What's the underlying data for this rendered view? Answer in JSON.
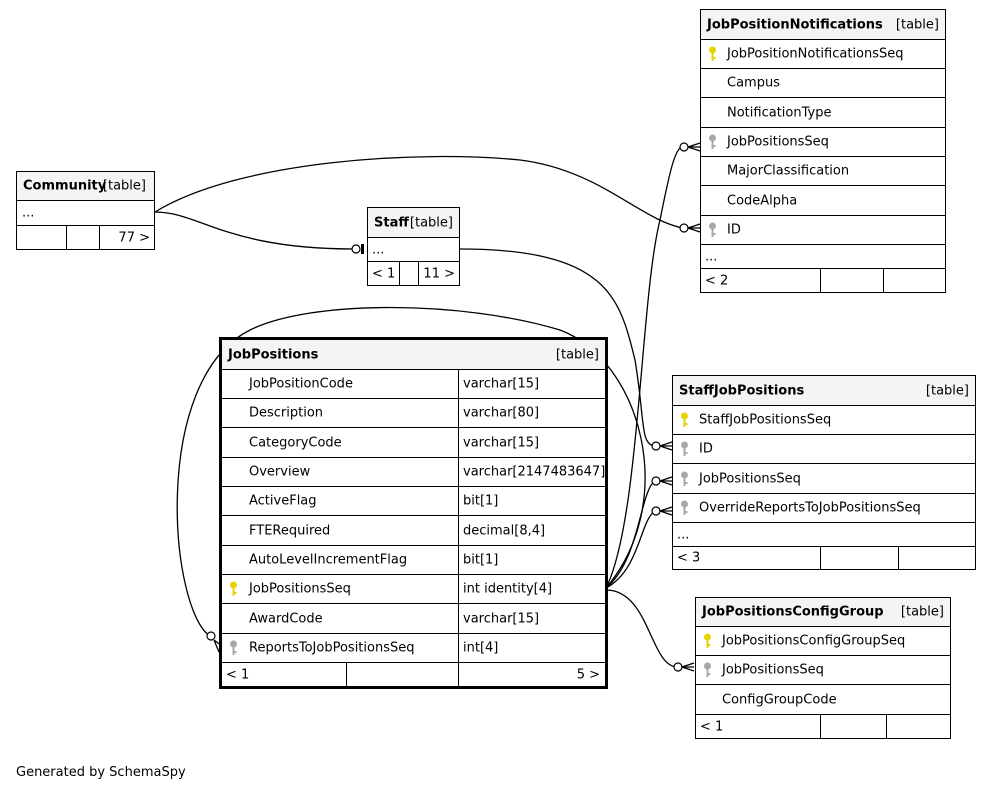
{
  "footer": {
    "credit": "Generated by SchemaSpy"
  },
  "colors": {
    "primary_key": "#e6d400",
    "foreign_key": "#a8a8a8",
    "header_bg": "#f4f4f4",
    "line": "#000000"
  },
  "icons": {
    "primary_key": "key-icon-gold",
    "foreign_key": "key-icon-gray"
  },
  "tables": {
    "community": {
      "name": "Community",
      "tag": "[table]",
      "ellipsis": "...",
      "footer_right": "77 >"
    },
    "staff": {
      "name": "Staff",
      "tag": "[table]",
      "ellipsis": "...",
      "footer_left": "< 1",
      "footer_right": "11 >"
    },
    "notifications": {
      "name": "JobPositionNotifications",
      "tag": "[table]",
      "columns": [
        "JobPositionNotificationsSeq",
        "Campus",
        "NotificationType",
        "JobPositionsSeq",
        "MajorClassification",
        "CodeAlpha",
        "ID"
      ],
      "ellipsis": "...",
      "footer_left": "< 2"
    },
    "jobpositions": {
      "name": "JobPositions",
      "tag": "[table]",
      "columns": [
        {
          "name": "JobPositionCode",
          "type": "varchar[15]"
        },
        {
          "name": "Description",
          "type": "varchar[80]"
        },
        {
          "name": "CategoryCode",
          "type": "varchar[15]"
        },
        {
          "name": "Overview",
          "type": "varchar[2147483647]"
        },
        {
          "name": "ActiveFlag",
          "type": "bit[1]"
        },
        {
          "name": "FTERequired",
          "type": "decimal[8,4]"
        },
        {
          "name": "AutoLevelIncrementFlag",
          "type": "bit[1]"
        },
        {
          "name": "JobPositionsSeq",
          "type": "int identity[4]"
        },
        {
          "name": "AwardCode",
          "type": "varchar[15]"
        },
        {
          "name": "ReportsToJobPositionsSeq",
          "type": "int[4]"
        }
      ],
      "footer_left": "< 1",
      "footer_right": "5 >"
    },
    "staffjobpositions": {
      "name": "StaffJobPositions",
      "tag": "[table]",
      "columns": [
        "StaffJobPositionsSeq",
        "ID",
        "JobPositionsSeq",
        "OverrideReportsToJobPositionsSeq"
      ],
      "ellipsis": "...",
      "footer_left": "< 3"
    },
    "configgroup": {
      "name": "JobPositionsConfigGroup",
      "tag": "[table]",
      "columns": [
        "JobPositionsConfigGroupSeq",
        "JobPositionsSeq",
        "ConfigGroupCode"
      ],
      "footer_left": "< 1"
    }
  }
}
